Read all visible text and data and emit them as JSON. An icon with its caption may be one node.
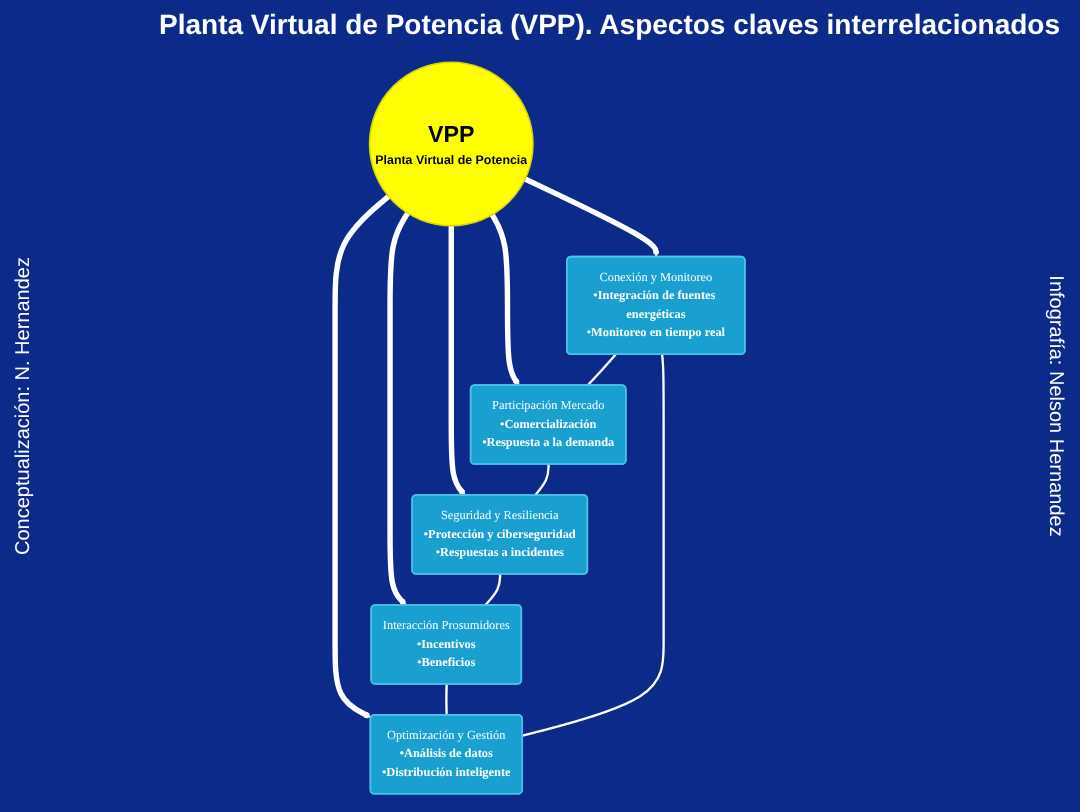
{
  "diagram": {
    "title": "Planta Virtual de Potencia (VPP). Aspectos claves  interrelacionados",
    "nodes": [
      {
        "text": [
          "Conexión y Monitoreo",
          "•Integración de fuentes energéticas",
          "•Monitoreo en tiempo real"
        ]
      },
      {
        "text": [
          "Optimización y Gestión",
          "•Análisis de datos",
          "•Distribución inteligente"
        ]
      },
      {
        "text": [
          "Participación Mercado",
          "•Comercialización",
          "•Respuesta a la demanda"
        ]
      },
      {
        "text": [
          "VPP",
          "Planta Virtual de Potencia"
        ]
      },
      {
        "text": [
          "Interacción Prosumidores",
          "•Incentivos",
          "•Beneficios"
        ]
      },
      {
        "text": [
          "Seguridad y Resiliencia",
          "•Protección y ciberseguridad",
          "•Respuestas a incidentes"
        ]
      }
    ],
    "edges": [
      {
        "from": 3,
        "to": 0,
        "arrow": "to",
        "style": "thick"
      },
      {
        "from": 3,
        "to": 1,
        "arrow": "to",
        "style": "thick"
      },
      {
        "from": 3,
        "to": 2,
        "arrow": "to",
        "style": "thick"
      },
      {
        "from": 3,
        "to": 4,
        "arrow": "to",
        "style": "thick"
      },
      {
        "from": 3,
        "to": 5,
        "arrow": "to",
        "style": "thick"
      },
      {
        "from": 0,
        "to": 2,
        "arrow": "none"
      },
      {
        "from": 2,
        "to": 5,
        "arrow": "none"
      },
      {
        "from": 5,
        "to": 4,
        "arrow": "none"
      },
      {
        "from": 4,
        "to": 1,
        "arrow": "none"
      },
      {
        "from": 1,
        "to": 0,
        "arrow": "none"
      }
    ],
    "labels": [
      "Conceptualización: N. Hernandez",
      "Infografía: Nelson Hernandez"
    ]
  }
}
